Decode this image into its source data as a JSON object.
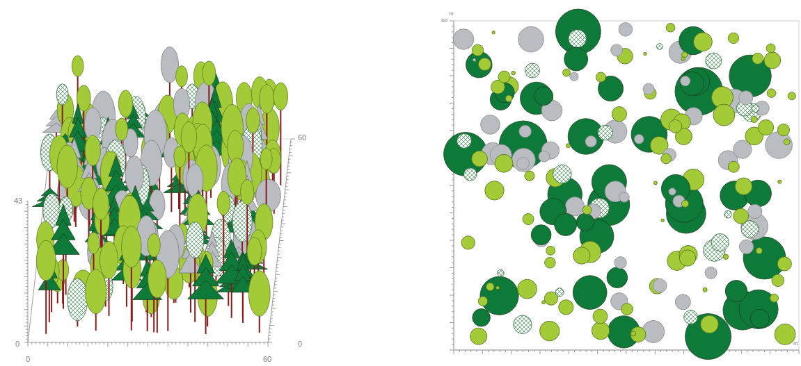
{
  "diagram": {
    "labels": [
      "43",
      "0",
      "0",
      "60",
      "60",
      "0",
      "60",
      "m",
      "m"
    ]
  }
}
